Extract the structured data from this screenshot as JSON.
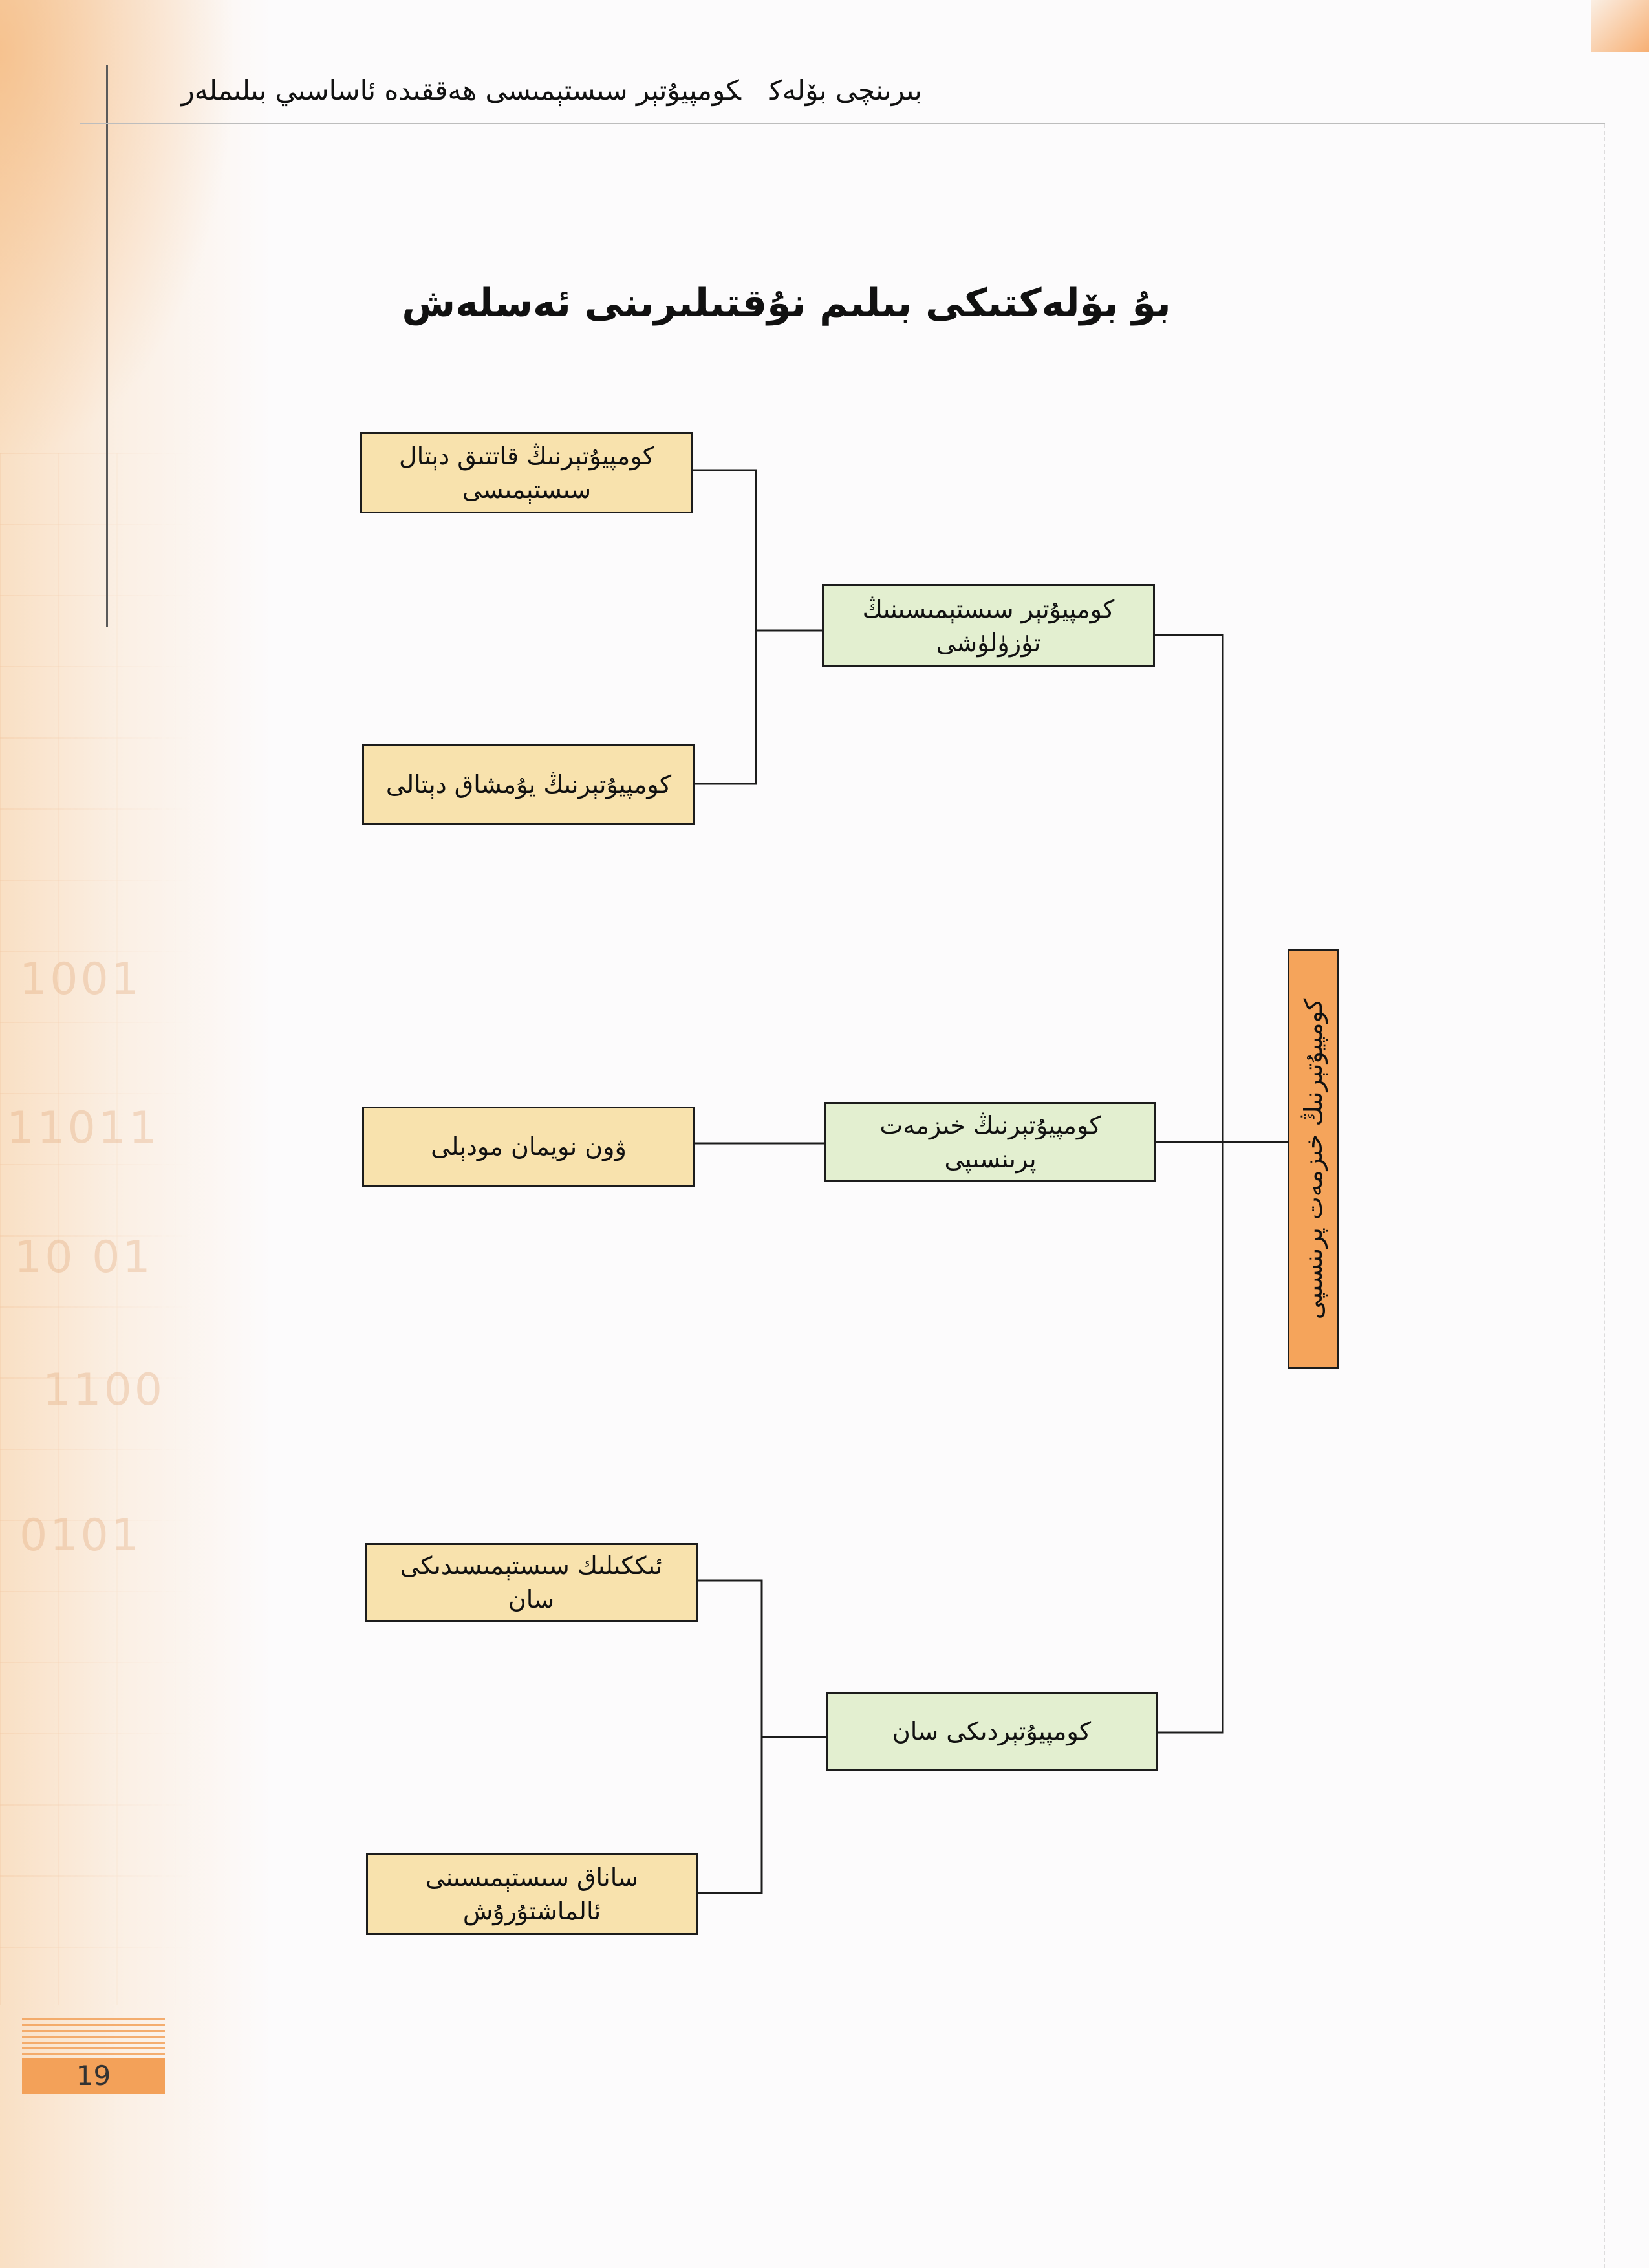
{
  "header": {
    "chapter": "بىرىنچى بۆلەك",
    "title": "كومپيۇتېر سىستېمىسى ھەققىدە ئاساسىي بىلىملەر"
  },
  "page_title": "بۇ بۆلەكتىكى بىلىم نۇقتىلىرىنى ئەسلەش",
  "diagram": {
    "root": {
      "label": "كومپيۇتېرنىڭ خىزمەت پرىنسىپى"
    },
    "branches": [
      {
        "lines": [
          "كومپيۇتېر سىستېمىسىنىڭ",
          "تۈزۈلۈشى"
        ],
        "children": [
          {
            "lines": [
              "كومپيۇتېرنىڭ قاتتىق دېتال",
              "سىستېمىسى"
            ]
          },
          {
            "lines": [
              "كومپيۇتېرنىڭ يۇمشاق دېتالى"
            ]
          }
        ]
      },
      {
        "lines": [
          "كومپيۇتېرنىڭ خىزمەت",
          "پرىنسىپى"
        ],
        "children": [
          {
            "lines": [
              "ۋون نويمان مودېلى"
            ]
          }
        ]
      },
      {
        "lines": [
          "كومپيۇتېردىكى سان"
        ],
        "children": [
          {
            "lines": [
              "ئىككىلىك سىستېمىسىدىكى",
              "سان"
            ]
          },
          {
            "lines": [
              "ساناق سىستېمىسىنى",
              "ئالماشتۇرۇش"
            ]
          }
        ]
      }
    ]
  },
  "page_number": "19",
  "background": {
    "digits": [
      "1001",
      "11011",
      "10 01",
      "1100",
      "0101"
    ]
  },
  "colors": {
    "leaf_box": "#f8e2ad",
    "branch_box": "#e3efd0",
    "root_box": "#f5a45b",
    "accent": "#f3a159",
    "line": "#1c1c1c"
  }
}
